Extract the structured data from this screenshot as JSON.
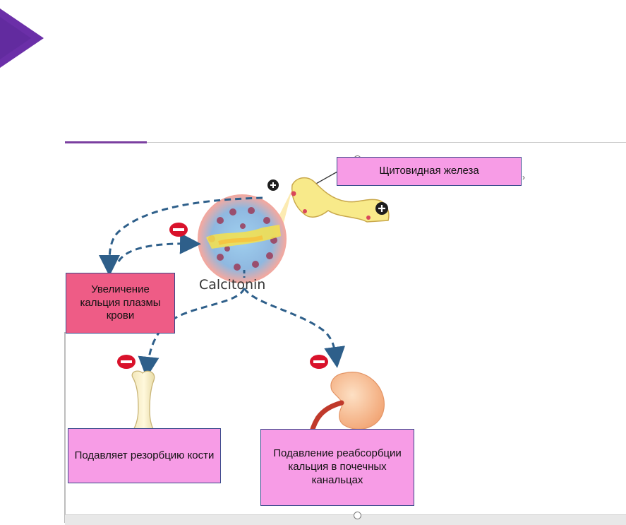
{
  "colors": {
    "accent": "#6b2fa8",
    "box_fill": "#f79ce6",
    "box_fill_strong": "#ee5c86",
    "box_border": "#3a4a8c",
    "arrow": "#2e5f8a",
    "inhibit": "#d9122b"
  },
  "icons": {
    "nav": "play-triangle-icon",
    "stimulate": "plus-circle-icon",
    "inhibit": "minus-circle-icon"
  },
  "diagram": {
    "hormone_label": "Calcitonin",
    "thyroid_label": "Щитовидная железа",
    "stimulus_label": "Увеличение кальция плазмы крови",
    "bone_label": "Подавляет резорбцию кости",
    "kidney_label": "Подавление реабсорбции кальция в почечных канальцах"
  }
}
